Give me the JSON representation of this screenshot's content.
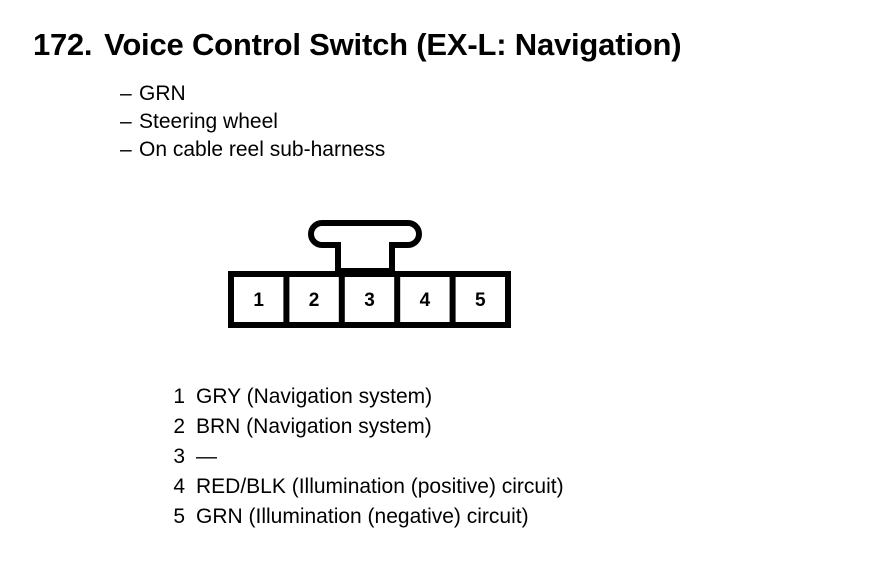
{
  "figure": {
    "number": "172.",
    "title": "Voice Control Switch (EX-L: Navigation)"
  },
  "attributes": [
    {
      "dash": "–",
      "text": "GRN"
    },
    {
      "dash": "–",
      "text": "Steering wheel"
    },
    {
      "dash": "–",
      "text": "On cable reel sub-harness"
    }
  ],
  "connector": {
    "cavity_labels": [
      "1",
      "2",
      "3",
      "4",
      "5"
    ],
    "stroke_color": "#000000",
    "fill_color": "#ffffff"
  },
  "pins": [
    {
      "number": "1",
      "description": "GRY (Navigation system)"
    },
    {
      "number": "2",
      "description": "BRN (Navigation system)"
    },
    {
      "number": "3",
      "description": "—"
    },
    {
      "number": "4",
      "description": "RED/BLK (Illumination (positive) circuit)"
    },
    {
      "number": "5",
      "description": "GRN (Illumination (negative) circuit)"
    }
  ]
}
